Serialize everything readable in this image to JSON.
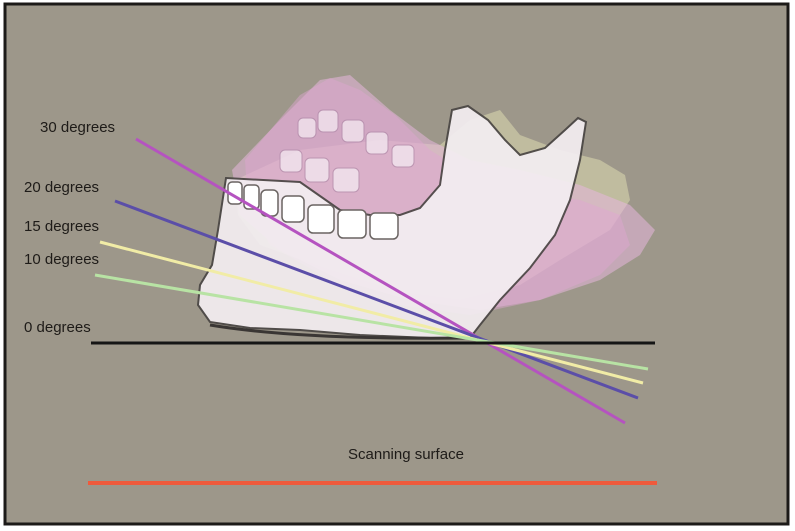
{
  "labels": {
    "deg30": "30 degrees",
    "deg20": "20 degrees",
    "deg15": "15 degrees",
    "deg10": "10 degrees",
    "deg0": "0 degrees",
    "surface": "Scanning surface"
  },
  "colors": {
    "background": "#9d978a",
    "frame": "#1c1a18",
    "line_30": "#b553c0",
    "line_20": "#5b4ea8",
    "line_15": "#f1eca6",
    "line_10": "#b8e3a4",
    "line_0": "#151515",
    "scanning_surface": "#ef5a3c",
    "mandible_fill": "#f4eef2",
    "mandible_ghost_pink": "#e6b7dc",
    "mandible_ghost_yellow": "#ece9b8"
  },
  "icons": {
    "mandible": "mandible-illustration"
  }
}
